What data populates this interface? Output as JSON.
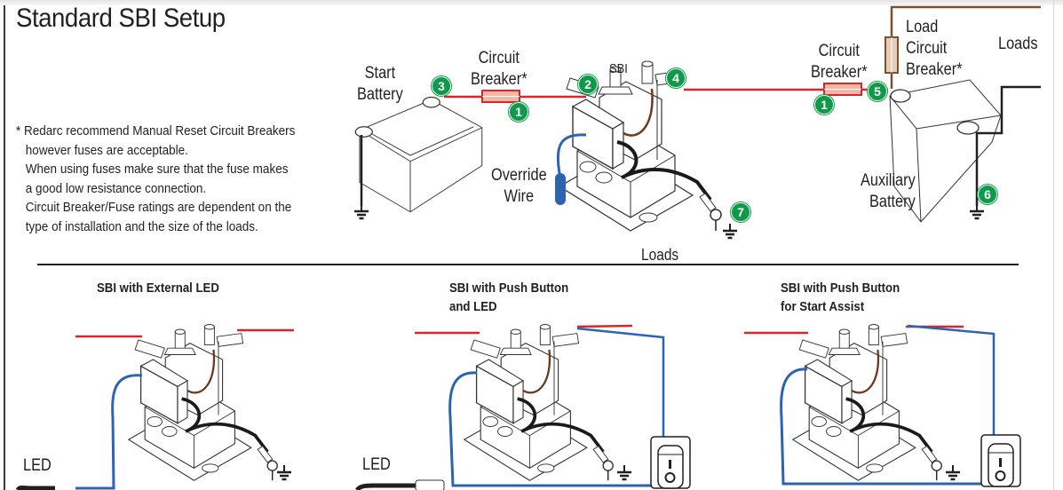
{
  "title": "Standard SBI Setup",
  "note": {
    "lines": [
      "* Redarc recommend Manual Reset Circuit Breakers",
      "however fuses are acceptable.",
      "When using fuses make sure that the fuse makes",
      "a good low resistance connection.",
      "Circuit Breaker/Fuse ratings are dependent on the",
      "type of installation and the size of the loads."
    ]
  },
  "main_diagram": {
    "labels": {
      "start_battery": [
        "Start",
        "Battery"
      ],
      "circuit_breaker_left": [
        "Circuit",
        "Breaker*"
      ],
      "sbi": "SBI",
      "override_wire": [
        "Override",
        "Wire"
      ],
      "loads_bottom": "Loads",
      "circuit_breaker_right": [
        "Circuit",
        "Breaker*"
      ],
      "load_circuit_breaker": [
        "Load",
        "Circuit",
        "Breaker*"
      ],
      "loads_right": "Loads",
      "auxiliary_battery": [
        "Auxiliary",
        "Battery"
      ]
    },
    "callouts": [
      "1",
      "2",
      "3",
      "4",
      "5",
      "6",
      "7",
      "1"
    ]
  },
  "sub_diagrams": [
    {
      "title": [
        "SBI with External LED"
      ],
      "led_label": "LED",
      "has_switch": false
    },
    {
      "title": [
        "SBI with Push Button",
        "and LED"
      ],
      "led_label": "LED",
      "has_switch": true
    },
    {
      "title": [
        "SBI with Push Button",
        "for Start Assist"
      ],
      "led_label": "",
      "has_switch": true
    }
  ],
  "colors": {
    "positive_wire": "#d7262d",
    "signal_wire": "#2b64b0",
    "load_wire": "#7a5230",
    "ground_wire": "#231f20",
    "callout_badge": "#0f9a4a",
    "breaker_fill": "#f1b9a5"
  }
}
